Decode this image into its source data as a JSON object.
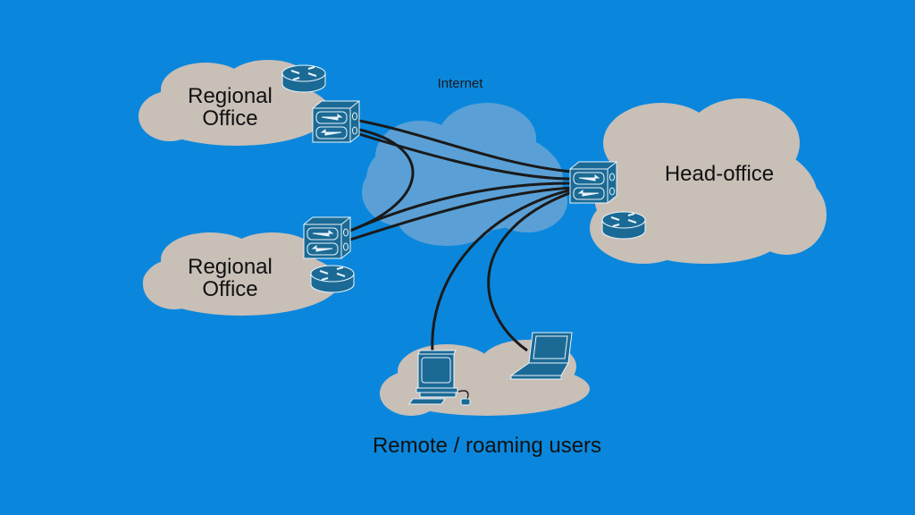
{
  "diagram": {
    "internet_label": "Internet",
    "nodes": {
      "regional_office_top": {
        "line1": "Regional",
        "line2": "Office"
      },
      "regional_office_bottom": {
        "line1": "Regional",
        "line2": "Office"
      },
      "head_office": {
        "label": "Head-office"
      },
      "remote_users": {
        "label": "Remote / roaming users"
      }
    },
    "icons": [
      "router-icon",
      "firewall-icon",
      "desktop-computer-icon",
      "laptop-icon"
    ],
    "colors": {
      "background": "#0a87dc",
      "site_cloud": "#c8bfb7",
      "internet_cloud": "#5aa0d6",
      "device": "#1b6a95",
      "link": "#1a1a1a"
    }
  }
}
